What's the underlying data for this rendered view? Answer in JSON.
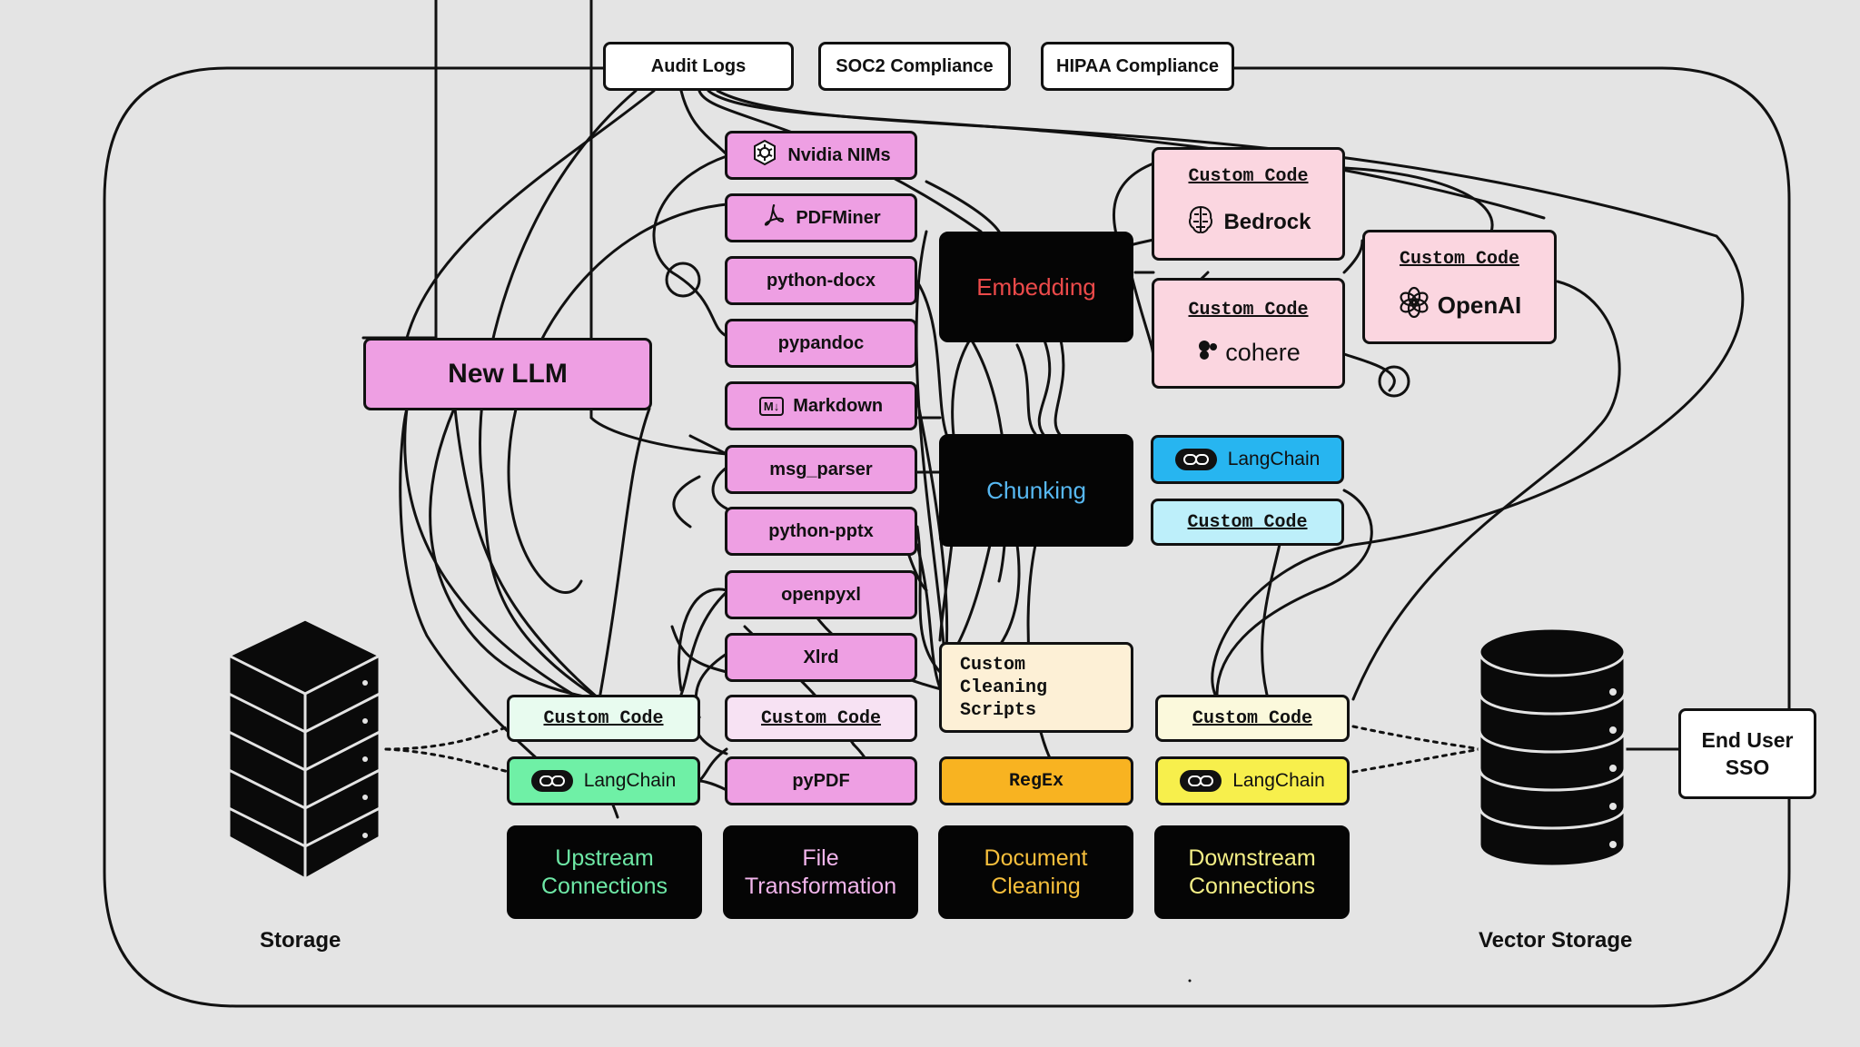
{
  "compliance": {
    "audit_logs": "Audit Logs",
    "soc2": "SOC2 Compliance",
    "hipaa": "HIPAA Compliance"
  },
  "new_llm": "New LLM",
  "file_tools": {
    "nvidia": "Nvidia NIMs",
    "pdfminer": "PDFMiner",
    "python_docx": "python-docx",
    "pypandoc": "pypandoc",
    "markdown": "Markdown",
    "markdown_icon": "M↓",
    "msg_parser": "msg_parser",
    "python_pptx": "python-pptx",
    "openpyxl": "openpyxl",
    "xlrd": "Xlrd",
    "custom_code": "Custom Code",
    "pypdf": "pyPDF"
  },
  "embedding": "Embedding",
  "chunking": "Chunking",
  "providers": {
    "bedrock_code": "Custom Code",
    "bedrock": "Bedrock",
    "cohere_code": "Custom Code",
    "cohere": "cohere",
    "openai_code": "Custom Code",
    "openai": "OpenAI"
  },
  "chunking_tools": {
    "langchain": "LangChain",
    "custom_code": "Custom Code"
  },
  "cleaning": {
    "scripts": "Custom\nCleaning\nScripts",
    "regex": "RegEx"
  },
  "upstream": {
    "custom_code": "Custom Code",
    "langchain": "LangChain"
  },
  "downstream": {
    "custom_code": "Custom Code",
    "langchain": "LangChain"
  },
  "categories": {
    "upstream": "Upstream\nConnections",
    "file": "File\nTransformation",
    "cleaning": "Document\nCleaning",
    "downstream": "Downstream\nConnections"
  },
  "storage_label": "Storage",
  "vector_storage_label": "Vector Storage",
  "sso": "End User\nSSO",
  "colors": {
    "pink": "#ee9fe3",
    "embedding_text": "#ec4a4a",
    "chunking_text": "#57b8f2",
    "upstream_text": "#6ee8a6",
    "file_text": "#f2b5ec",
    "cleaning_text": "#f6bf3c",
    "downstream_text": "#f4ef86",
    "langchain_blue": "#27b5f0",
    "langchain_green": "#6ff0a6",
    "langchain_yellow": "#f7ef4c",
    "regex": "#f8b321"
  },
  "icons": [
    "nvidia-icon",
    "pdf-icon",
    "markdown-icon",
    "bedrock-icon",
    "cohere-icon",
    "openai-icon",
    "langchain-icon",
    "server-storage-icon",
    "database-icon"
  ]
}
